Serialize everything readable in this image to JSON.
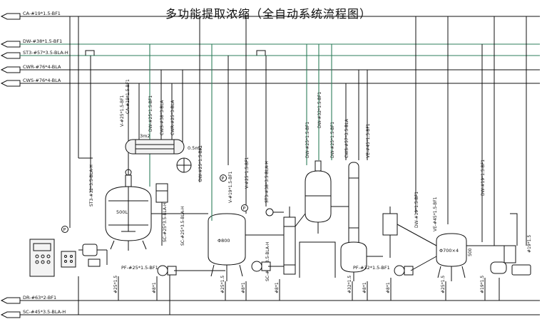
{
  "title": "多功能提取浓缩（全自动系统流程图）",
  "header_lines": [
    {
      "id": "ca",
      "label": "CA-#19*1.5-BF1",
      "color": "#111111"
    },
    {
      "id": "dw",
      "label": "DW-#38*1.5-BF1",
      "color": "#2e7d5b"
    },
    {
      "id": "st3",
      "label": "ST3-#57*3.5-BLA-H",
      "color": "#2e7d5b"
    },
    {
      "id": "cwr",
      "label": "CWR-#76*4-BLA",
      "color": "#111111"
    },
    {
      "id": "cws",
      "label": "CWS-#76*4-BLA",
      "color": "#111111"
    }
  ],
  "footer_lines": [
    {
      "id": "dr",
      "label": "DR-#63*2-BF1"
    },
    {
      "id": "sc",
      "label": "SC-#45*3.5-BLA-H"
    }
  ],
  "vertical_labels": [
    {
      "id": "v1",
      "text": "V-#25*1.5-BF1"
    },
    {
      "id": "v2",
      "text": "CA-#19*1.5-BF1"
    },
    {
      "id": "v3",
      "text": "DW-#25*1.5-BF1"
    },
    {
      "id": "v4",
      "text": "CWS-#38*3-BLA"
    },
    {
      "id": "v5",
      "text": "CWR-#25*3-BLA"
    },
    {
      "id": "v6",
      "text": "ST3-#32*3.5-BLA-H"
    },
    {
      "id": "v7",
      "text": "DW-#25*1.5-BF1"
    },
    {
      "id": "v8",
      "text": "V-#19*1.5-BF1"
    },
    {
      "id": "v9",
      "text": "ST3-#38*3.5-BLA-H"
    },
    {
      "id": "v10",
      "text": "V-#25*1.5-BF1"
    },
    {
      "id": "v11",
      "text": "DW-#25*1.5-BF1"
    },
    {
      "id": "v12",
      "text": "DW-#32*1.5-BF1"
    },
    {
      "id": "v13",
      "text": "DW-#25*1.5-BF1"
    },
    {
      "id": "v14",
      "text": "CWS-#57*3.5-BLA"
    },
    {
      "id": "v15",
      "text": "VE-#45*1.5-BF1"
    },
    {
      "id": "v16",
      "text": "DW-#19*1.5-BF1"
    },
    {
      "id": "v17",
      "text": "VE-#45*1.5-BF1"
    },
    {
      "id": "v18",
      "text": "DW-#19*1.5-BF1"
    },
    {
      "id": "v19",
      "text": "SC-#25*3.5-BLA-H"
    },
    {
      "id": "v20",
      "text": "SC-#38*3.5-BLA-H"
    }
  ],
  "equipment_labels": {
    "condenser_area_1": "3m2",
    "condenser_area_2": "0.5m2",
    "extraction_tank": "500L",
    "storage_tank": "Φ800",
    "collection_tank": "Φ700×4",
    "dim_500": "500",
    "pump_pf1": "PF-#25*1.5-BF1",
    "pump_pf2": "PF-#32*1.5-BF1",
    "sc_mid": "SC-#25*3.5-BLA-H"
  },
  "bottom_pipe_labels": [
    {
      "id": "b1",
      "text": "#25*1.5"
    },
    {
      "id": "b2",
      "text": "#8*1"
    },
    {
      "id": "b3",
      "text": "#25*1.5"
    },
    {
      "id": "b4",
      "text": "#8*1"
    },
    {
      "id": "b5",
      "text": "#8*1"
    },
    {
      "id": "b6",
      "text": "#32*1.5"
    },
    {
      "id": "b7",
      "text": "#8*1"
    },
    {
      "id": "b8",
      "text": "#8*1"
    },
    {
      "id": "b9",
      "text": "#25*1.5"
    },
    {
      "id": "b10",
      "text": "#19*1.5"
    },
    {
      "id": "b11",
      "text": "#19*1.5"
    }
  ],
  "instrument_tag": "P"
}
